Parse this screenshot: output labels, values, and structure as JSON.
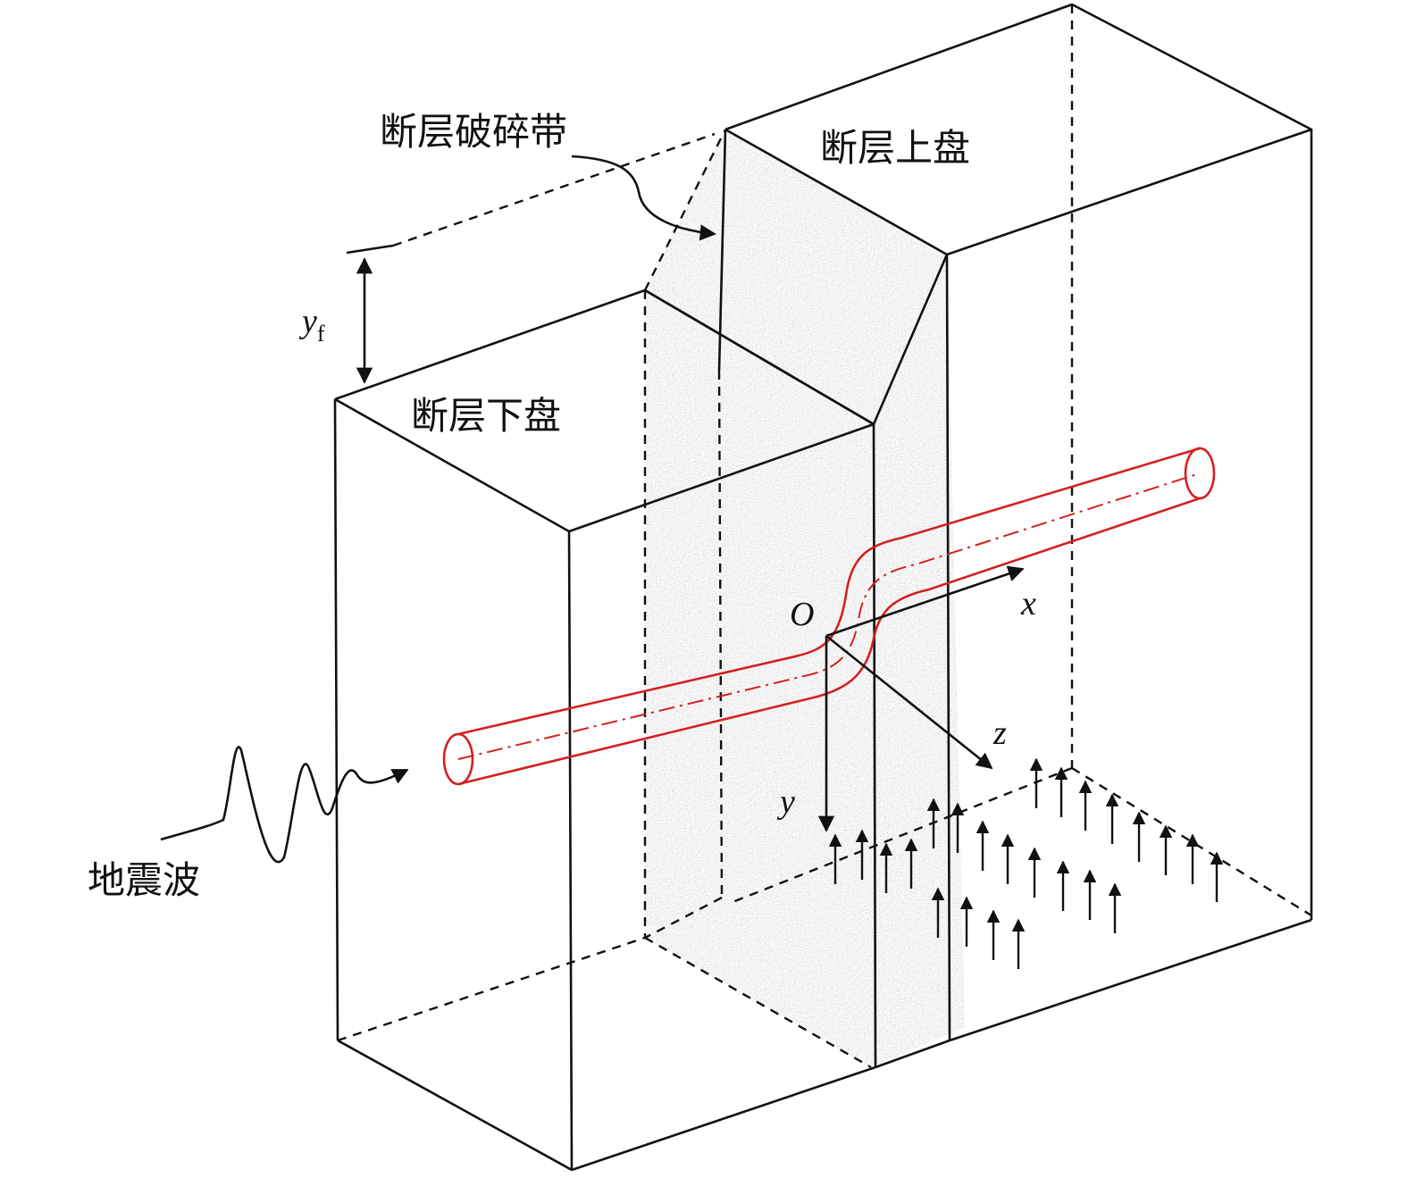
{
  "labels": {
    "fault_zone": "断层破碎带",
    "hanging_wall": "断层上盘",
    "footwall": "断层下盘",
    "seismic_wave": "地震波",
    "offset_symbol": "y",
    "offset_subscript": "f",
    "origin": "O",
    "axis_x": "x",
    "axis_y": "y",
    "axis_z": "z"
  },
  "colors": {
    "pipe": "#d42020",
    "lines": "#111111",
    "fault_zone_fill": "#bdbdbd"
  }
}
